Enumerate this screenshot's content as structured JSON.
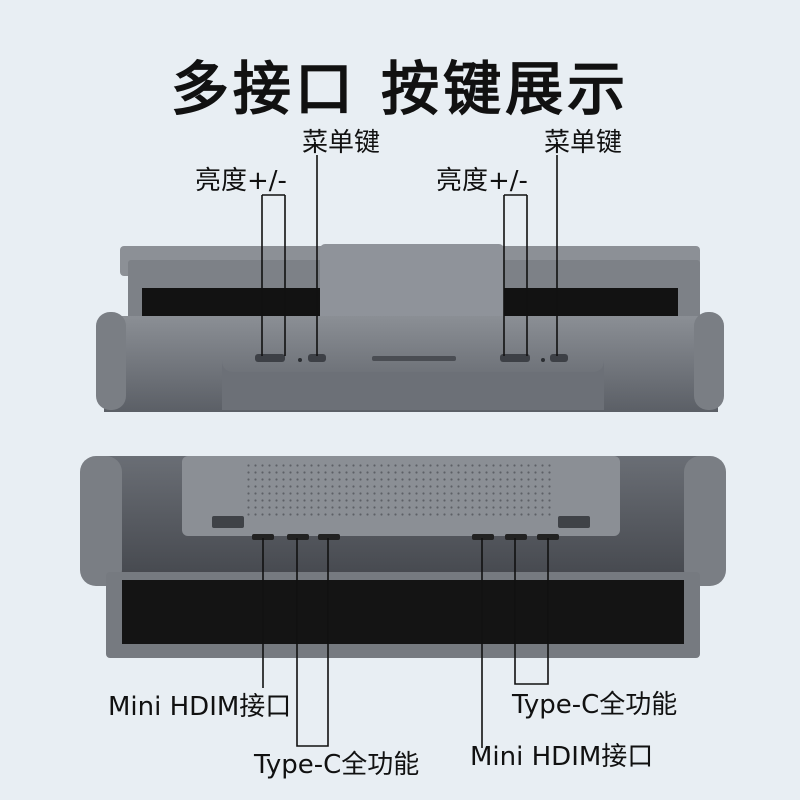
{
  "title": "多接口 按键展示",
  "top_labels": {
    "menu_key_left": "菜单键",
    "menu_key_right": "菜单键",
    "brightness_left": "亮度+/-",
    "brightness_right": "亮度+/-"
  },
  "bottom_labels": {
    "mini_hdmi_left": "Mini HDIM接口",
    "typec_left": "Type-C全功能",
    "typec_right": "Type-C全功能",
    "mini_hdmi_right": "Mini HDIM接口"
  }
}
